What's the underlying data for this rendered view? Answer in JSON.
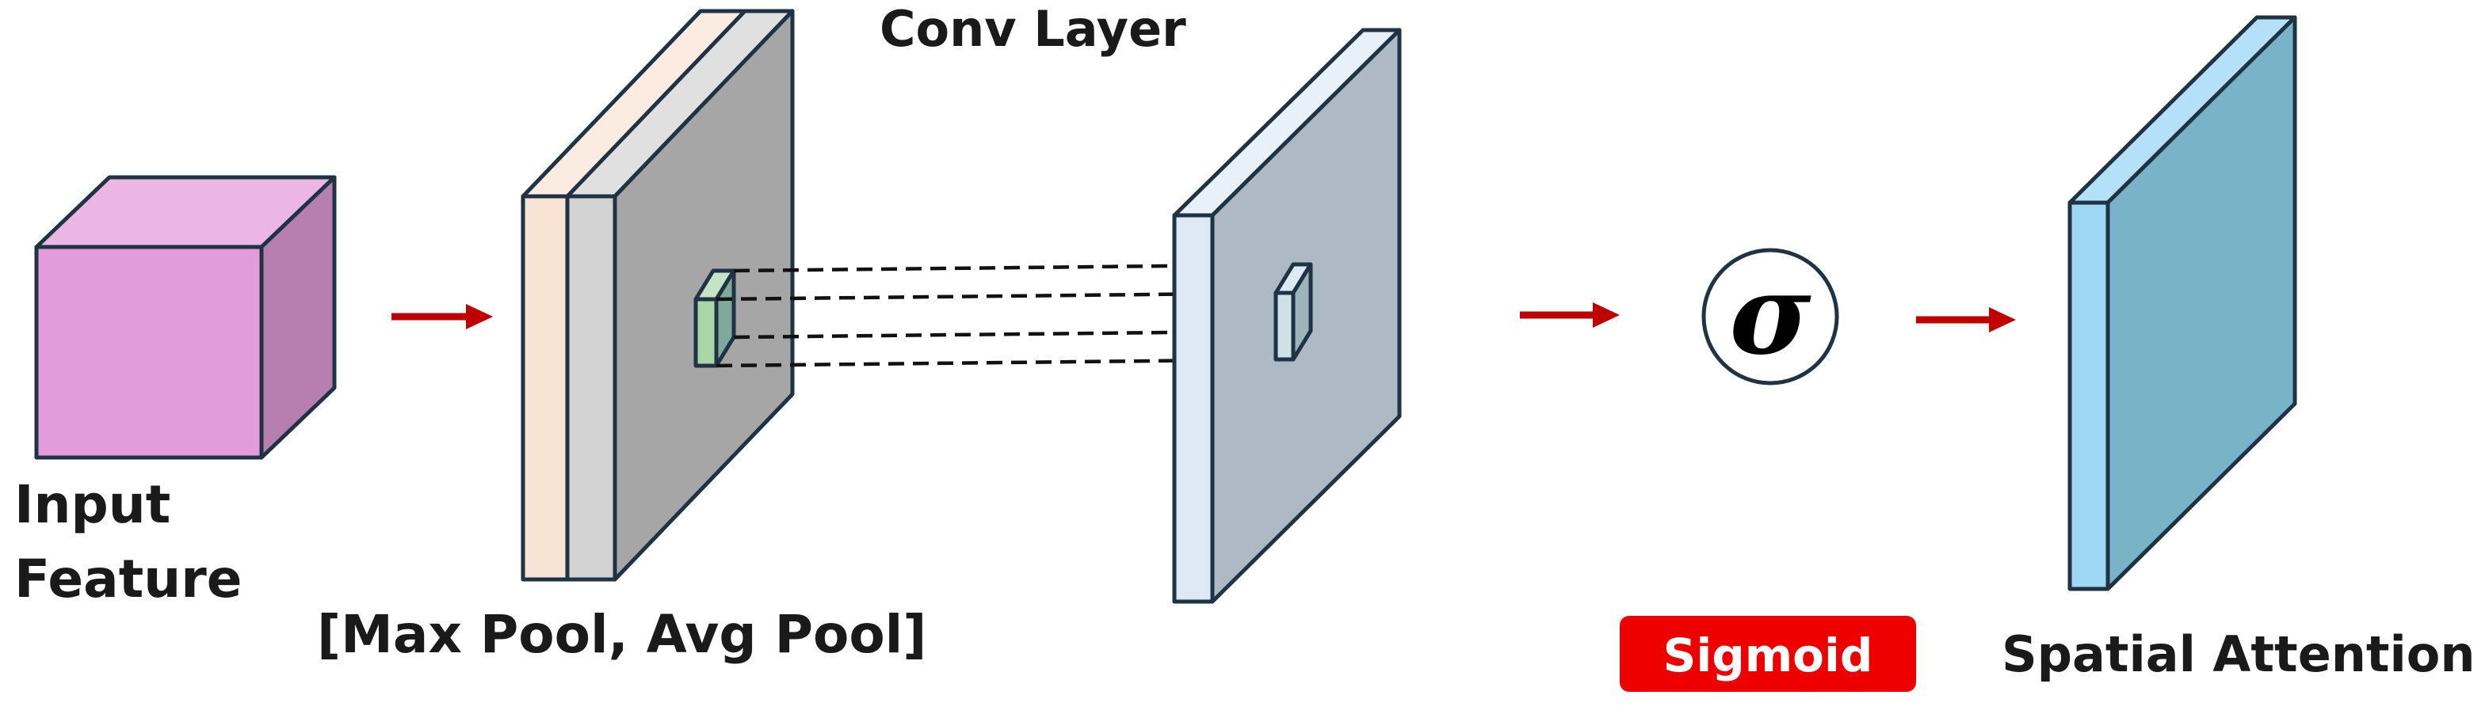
{
  "labels": {
    "input_line1": "Input",
    "input_line2": "Feature",
    "pool": "[Max Pool, Avg Pool]",
    "conv": "Conv Layer",
    "sigmoid_symbol": "σ",
    "sigmoid_badge": "Sigmoid",
    "spatial_attention": "Spatial Attention"
  },
  "colors": {
    "input_front": "#e39cda",
    "input_top": "#ebb5e4",
    "input_side": "#b77fb0",
    "max_pool_front": "#f9e3d4",
    "max_pool_top": "#fbebe0",
    "avg_pool_front": "#d3d3d3",
    "avg_pool_side": "#a6a6a6",
    "conv_front": "#dde9f5",
    "conv_side": "#adb9c4",
    "kernel_fill": "#a9d5a7",
    "attention_front": "#9ed7f4",
    "attention_side": "#78b3c8",
    "arrow": "#c00000",
    "badge": "#ee0000",
    "outline": "#1f3344"
  }
}
